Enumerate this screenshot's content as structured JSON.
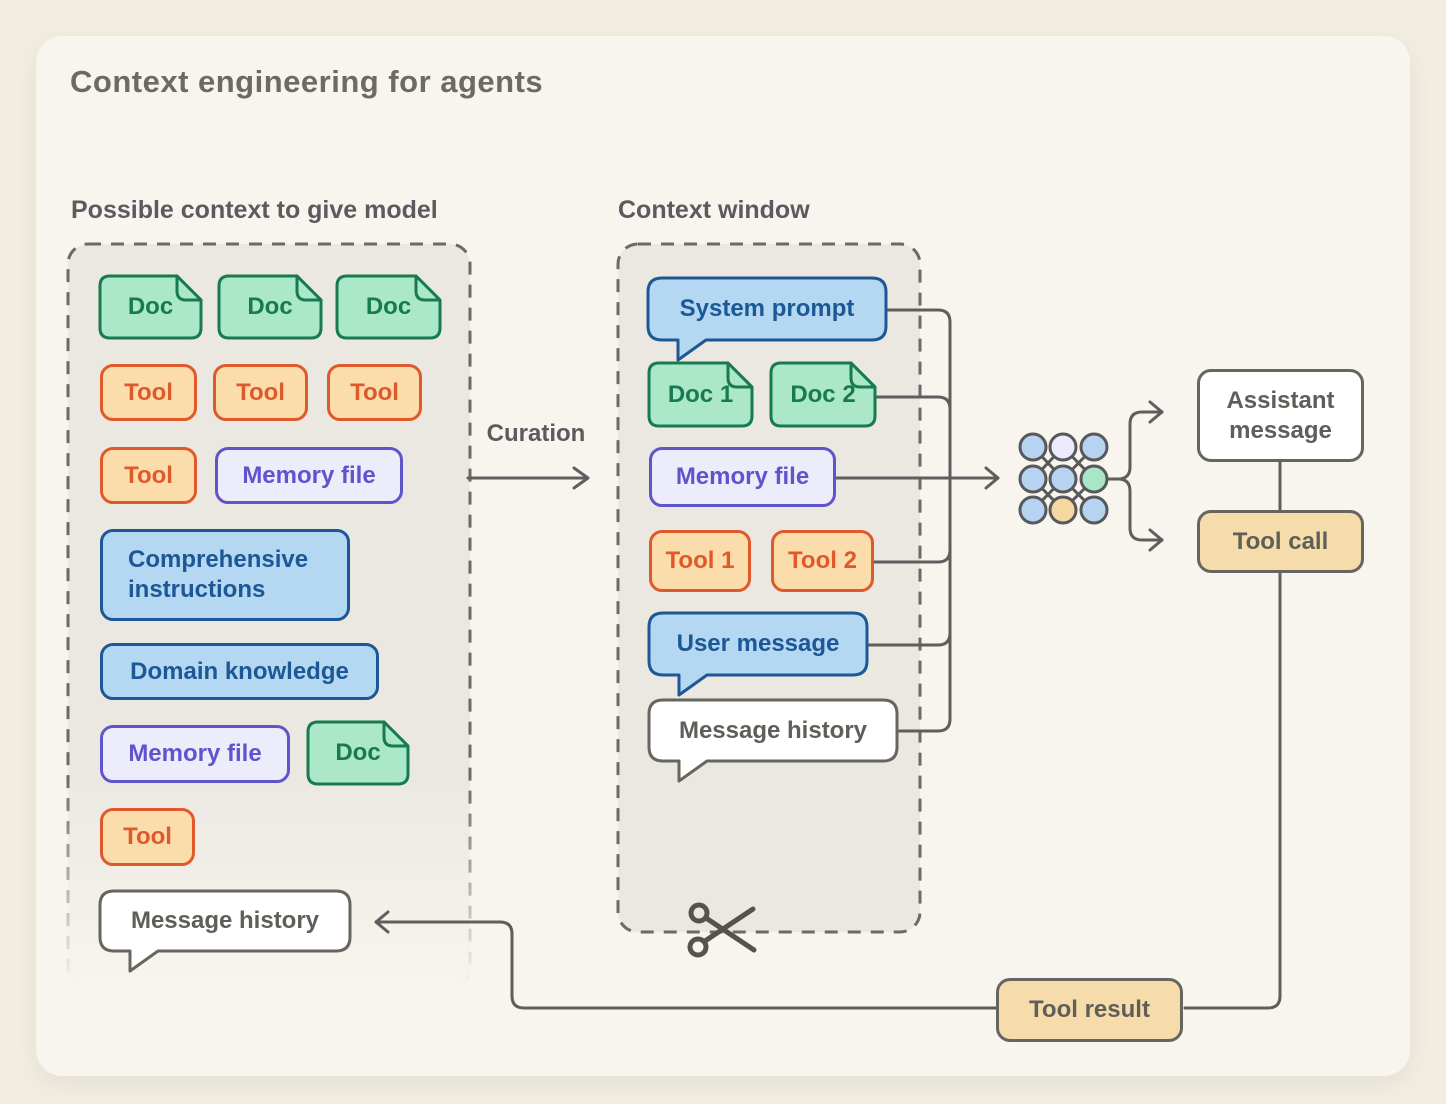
{
  "title": "Context engineering for agents",
  "left_panel": {
    "heading": "Possible context to give model",
    "items": [
      {
        "label": "Doc"
      },
      {
        "label": "Doc"
      },
      {
        "label": "Doc"
      },
      {
        "label": "Tool"
      },
      {
        "label": "Tool"
      },
      {
        "label": "Tool"
      },
      {
        "label": "Tool"
      },
      {
        "label": "Memory file"
      },
      {
        "label": "Comprehensive instructions"
      },
      {
        "label": "Domain knowledge"
      },
      {
        "label": "Memory file"
      },
      {
        "label": "Doc"
      },
      {
        "label": "Tool"
      },
      {
        "label": "Message history"
      }
    ]
  },
  "flow": {
    "curation_label": "Curation"
  },
  "context_window": {
    "heading": "Context window",
    "items": [
      {
        "label": "System prompt"
      },
      {
        "label": "Doc 1"
      },
      {
        "label": "Doc 2"
      },
      {
        "label": "Memory file"
      },
      {
        "label": "Tool 1"
      },
      {
        "label": "Tool 2"
      },
      {
        "label": "User message"
      },
      {
        "label": "Message history"
      }
    ]
  },
  "outputs": {
    "assistant_message": "Assistant message",
    "tool_call": "Tool call",
    "tool_result": "Tool result"
  },
  "icons": {
    "model": "neural-network-icon",
    "trim": "scissors-icon"
  },
  "colors": {
    "page_bg": "#f1ede1",
    "card_bg": "#f8f5ef",
    "panel_fill": "#ebe8e1",
    "panel_border": "#6a6a6a",
    "title_gray": "#6b6a63",
    "heading_gray": "#5b5b5f",
    "doc_fill": "#abe7c9",
    "doc_accent": "#187a50",
    "tool_fill": "#fbdcab",
    "tool_accent": "#e0592b",
    "memory_fill": "#edecfb",
    "memory_accent": "#6054cd",
    "blue_fill": "#b4d7f2",
    "blue_accent": "#1c5796",
    "tan_fill": "#f6dcaa",
    "neutral_border": "#66655e",
    "text_gray": "#5f5e58",
    "line": "#5e5e5e",
    "node_stroke": "#58585a",
    "node_blue": "#b6d4f1",
    "node_lavender": "#eceafc",
    "node_green": "#a8e6c6",
    "node_orange": "#f6d7a2"
  }
}
